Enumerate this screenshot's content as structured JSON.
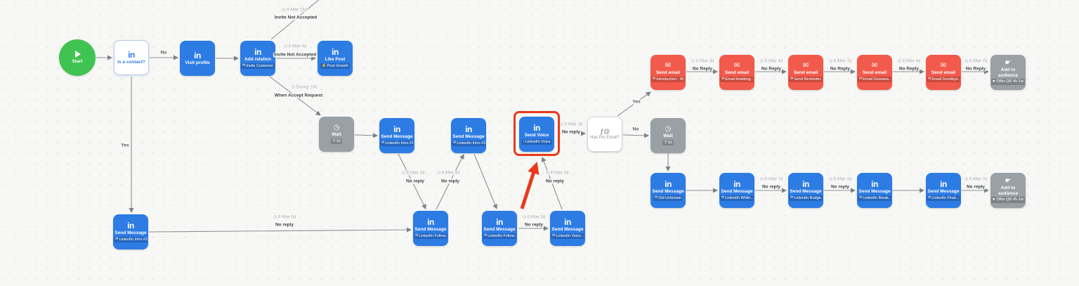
{
  "canvas": {
    "background": "#f7f8f5",
    "annotation_color": "#e8391d",
    "colors": {
      "linkedin_blue": "#2d7ce4",
      "email_red": "#f25a4b",
      "neutral_gray": "#9aa0a6",
      "start_green": "#3fc351",
      "edge_line": "#8b9096"
    }
  },
  "nodes": [
    {
      "id": "start",
      "kind": "start",
      "label": "Start",
      "icon": "play-icon"
    },
    {
      "id": "is-contact",
      "kind": "decision-linkedin",
      "label": "Is a contact?",
      "icon": "linkedin-icon"
    },
    {
      "id": "visit-profile",
      "kind": "linkedin",
      "label": "Visit profile",
      "icon": "linkedin-icon"
    },
    {
      "id": "add-relation",
      "kind": "linkedin",
      "label": "Add relation",
      "sub": "Invite Customer…",
      "sub_icon": "mail-icon",
      "icon": "linkedin-icon"
    },
    {
      "id": "like-post",
      "kind": "linkedin",
      "label": "Like Post",
      "sub": "Post Growth",
      "sub_icon": "thumb-icon",
      "icon": "linkedin-icon"
    },
    {
      "id": "wait-1",
      "kind": "wait",
      "label": "Wait",
      "sub": "2d",
      "sub_icon": "clock-icon",
      "icon": "clock-icon"
    },
    {
      "id": "sm-a",
      "kind": "linkedin",
      "label": "Send Message",
      "sub": "LinkedIn Intro #1",
      "sub_icon": "mail-icon",
      "icon": "linkedin-icon"
    },
    {
      "id": "sm-b",
      "kind": "linkedin",
      "label": "Send Message",
      "sub": "LinkedIn Intro #2",
      "sub_icon": "mail-icon",
      "icon": "linkedin-icon"
    },
    {
      "id": "send-voice",
      "kind": "linkedin",
      "label": "Send Voice",
      "sub": "LinkedIn Voice",
      "sub_icon": "mic-icon",
      "icon": "linkedin-icon"
    },
    {
      "id": "has-pro-email",
      "kind": "decision-email",
      "label": "Has Pro Email?",
      "icon": "email-check-icon"
    },
    {
      "id": "wait-2",
      "kind": "wait",
      "label": "Wait",
      "sub": "3d",
      "sub_icon": "clock-icon",
      "icon": "clock-icon"
    },
    {
      "id": "email-1",
      "kind": "email",
      "label": "Send email",
      "sub": "Introduction - W…",
      "sub_icon": "mail-icon",
      "icon": "envelope-icon"
    },
    {
      "id": "email-2",
      "kind": "email",
      "label": "Send email",
      "sub": "Email breaking…",
      "sub_icon": "mail-icon",
      "icon": "envelope-icon"
    },
    {
      "id": "email-3",
      "kind": "email",
      "label": "Send email",
      "sub": "Send Reminder…",
      "sub_icon": "mail-icon",
      "icon": "envelope-icon"
    },
    {
      "id": "email-4",
      "kind": "email",
      "label": "Send email",
      "sub": "Email Giveawa…",
      "sub_icon": "mail-icon",
      "icon": "envelope-icon"
    },
    {
      "id": "email-5",
      "kind": "email",
      "label": "Send email",
      "sub": "Email Goodbye…",
      "sub_icon": "mail-icon",
      "icon": "envelope-icon"
    },
    {
      "id": "audience-1",
      "kind": "audience",
      "label": "Add to audience",
      "sub": "Offer QR 4h-1w…",
      "sub_icon": "pointer-icon",
      "icon": "audience-icon"
    },
    {
      "id": "sm-1",
      "kind": "linkedin",
      "label": "Send Message",
      "sub": "Old Unknown",
      "sub_icon": "mail-icon",
      "icon": "linkedin-icon"
    },
    {
      "id": "sm-2",
      "kind": "linkedin",
      "label": "Send Message",
      "sub": "LinkedIn While…",
      "sub_icon": "mail-icon",
      "icon": "linkedin-icon"
    },
    {
      "id": "sm-3",
      "kind": "linkedin",
      "label": "Send Message",
      "sub": "LinkedIn Nudge…",
      "sub_icon": "mail-icon",
      "icon": "linkedin-icon"
    },
    {
      "id": "sm-4",
      "kind": "linkedin",
      "label": "Send Message",
      "sub": "LinkedIn Break…",
      "sub_icon": "mail-icon",
      "icon": "linkedin-icon"
    },
    {
      "id": "sm-5",
      "kind": "linkedin",
      "label": "Send Message",
      "sub": "LinkedIn Final…",
      "sub_icon": "mail-icon",
      "icon": "linkedin-icon"
    },
    {
      "id": "audience-2",
      "kind": "audience",
      "label": "Add to audience",
      "sub": "Offer QR 4h-1w…",
      "sub_icon": "pointer-icon",
      "icon": "audience-icon"
    },
    {
      "id": "sm-yes",
      "kind": "linkedin",
      "label": "Send Message",
      "sub": "LinkedIn Intro #2",
      "sub_icon": "mail-icon",
      "icon": "linkedin-icon"
    },
    {
      "id": "sm-f1",
      "kind": "linkedin",
      "label": "Send Message",
      "sub": "LinkedIn Follow…",
      "sub_icon": "mail-icon",
      "icon": "linkedin-icon"
    },
    {
      "id": "sm-f2",
      "kind": "linkedin",
      "label": "Send Message",
      "sub": "LinkedIn Follow…",
      "sub_icon": "mail-icon",
      "icon": "linkedin-icon"
    },
    {
      "id": "sm-v",
      "kind": "linkedin",
      "label": "Send Message",
      "sub": "LinkedIn Voice…",
      "sub_icon": "mail-icon",
      "icon": "linkedin-icon"
    }
  ],
  "edges": [
    {
      "from": "start",
      "to": "is-contact"
    },
    {
      "from": "is-contact",
      "to": "visit-profile",
      "label": "No"
    },
    {
      "from": "visit-profile",
      "to": "add-relation"
    },
    {
      "from": "add-relation",
      "to": "like-post",
      "timer": "If After 4d",
      "label": "Invite Not Accepted"
    },
    {
      "from": "add-relation",
      "to": "offscreen-top",
      "timer": "If After 15d",
      "label": "Invite Not Accepted"
    },
    {
      "from": "add-relation",
      "to": "wait-1",
      "timer": "During 10d",
      "label": "When Accept Request"
    },
    {
      "from": "wait-1",
      "to": "sm-a"
    },
    {
      "from": "sm-a",
      "to": "sm-f1",
      "timer": "If After 3d",
      "label": "No reply"
    },
    {
      "from": "is-contact",
      "to": "sm-yes",
      "label": "Yes"
    },
    {
      "from": "sm-yes",
      "to": "sm-f1",
      "timer": "If After 5d",
      "label": "No reply"
    },
    {
      "from": "sm-f1",
      "to": "sm-b",
      "timer": "If After 3d",
      "label": "No reply"
    },
    {
      "from": "sm-b",
      "to": "sm-f2"
    },
    {
      "from": "sm-f2",
      "to": "sm-v",
      "timer": "If After 3d",
      "label": "No reply"
    },
    {
      "from": "sm-v",
      "to": "send-voice",
      "timer": "If After 3d",
      "label": "No reply"
    },
    {
      "from": "send-voice",
      "to": "has-pro-email",
      "timer": "If After 3d",
      "label": "No reply"
    },
    {
      "from": "has-pro-email",
      "to": "email-1",
      "label": "Yes"
    },
    {
      "from": "has-pro-email",
      "to": "wait-2",
      "label": "No"
    },
    {
      "from": "email-1",
      "to": "email-2",
      "timer": "If After 3d",
      "label": "No Reply"
    },
    {
      "from": "email-2",
      "to": "email-3",
      "timer": "If After 4d",
      "label": "No Reply"
    },
    {
      "from": "email-3",
      "to": "email-4",
      "timer": "If After 7d",
      "label": "No Reply"
    },
    {
      "from": "email-4",
      "to": "email-5",
      "timer": "If After 4d",
      "label": "No Reply"
    },
    {
      "from": "email-5",
      "to": "audience-1",
      "timer": "If After 7d",
      "label": "No Reply"
    },
    {
      "from": "wait-2",
      "to": "sm-1"
    },
    {
      "from": "sm-1",
      "to": "sm-2"
    },
    {
      "from": "sm-2",
      "to": "sm-3",
      "timer": "If After 7d",
      "label": "No reply"
    },
    {
      "from": "sm-3",
      "to": "sm-4",
      "timer": "If After 4d",
      "label": "No reply"
    },
    {
      "from": "sm-4",
      "to": "sm-5"
    },
    {
      "from": "sm-5",
      "to": "audience-2",
      "timer": "If After 7d",
      "label": "No reply"
    }
  ],
  "annotation": {
    "highlighted_node": "send-voice",
    "type": "red-box-and-arrow"
  }
}
